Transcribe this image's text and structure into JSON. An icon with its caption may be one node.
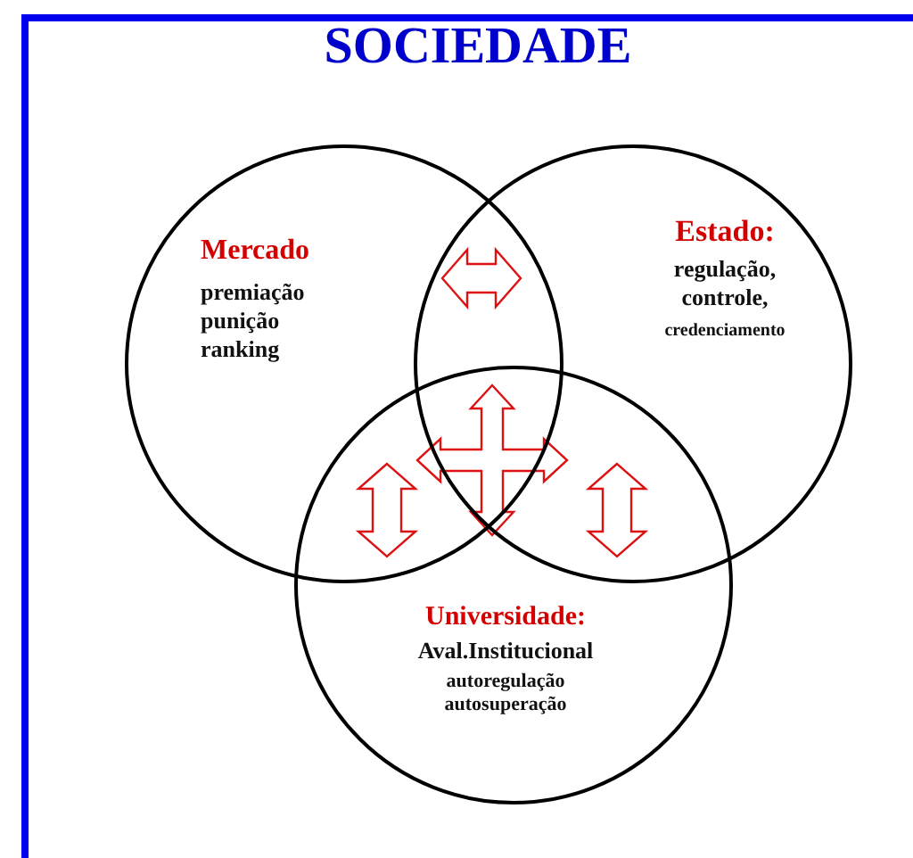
{
  "diagram": {
    "nodes": [
      {
        "text": [
          "SOCIEDADE"
        ]
      },
      {
        "text": [
          "Mercado",
          "premiação punição ranking"
        ],
        "in": 0
      },
      {
        "text": [
          "Estado:",
          "regulação, controle,",
          "credenciamento"
        ],
        "in": 0
      },
      {
        "text": [
          "Universidade:",
          "Aval.Institucional",
          "autoregulação autosuperação"
        ],
        "in": 0
      }
    ],
    "edges": [
      {
        "from": 1,
        "to": 2,
        "arrow": "both"
      },
      {
        "from": 1,
        "to": 3,
        "arrow": "both"
      },
      {
        "from": 2,
        "to": 3,
        "arrow": "both"
      }
    ]
  }
}
